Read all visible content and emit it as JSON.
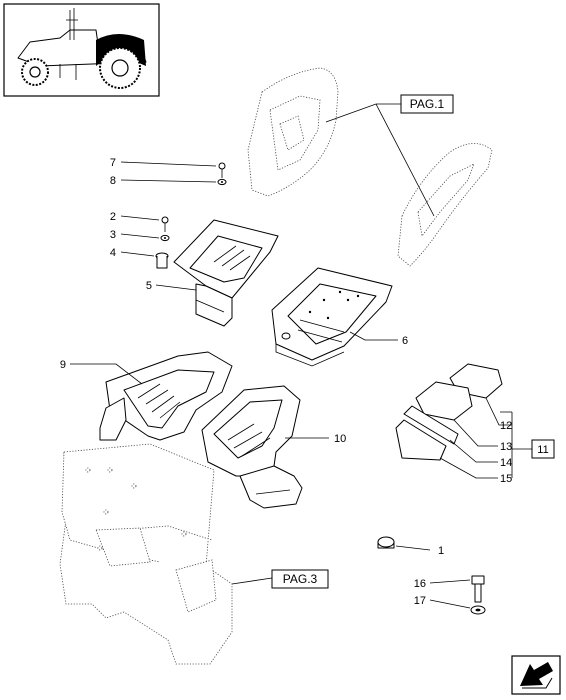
{
  "references": {
    "pag1": "PAG.1",
    "pag3": "PAG.3",
    "group": "11"
  },
  "callouts": {
    "c1": "1",
    "c2": "2",
    "c3": "3",
    "c4": "4",
    "c5": "5",
    "c6": "6",
    "c7": "7",
    "c8": "8",
    "c9": "9",
    "c10": "10",
    "c12": "12",
    "c13": "13",
    "c14": "14",
    "c15": "15",
    "c16": "16",
    "c17": "17"
  },
  "icons": {
    "thumbnail": "tractor-thumbnail-icon",
    "navigation": "next-page-arrow-icon"
  }
}
